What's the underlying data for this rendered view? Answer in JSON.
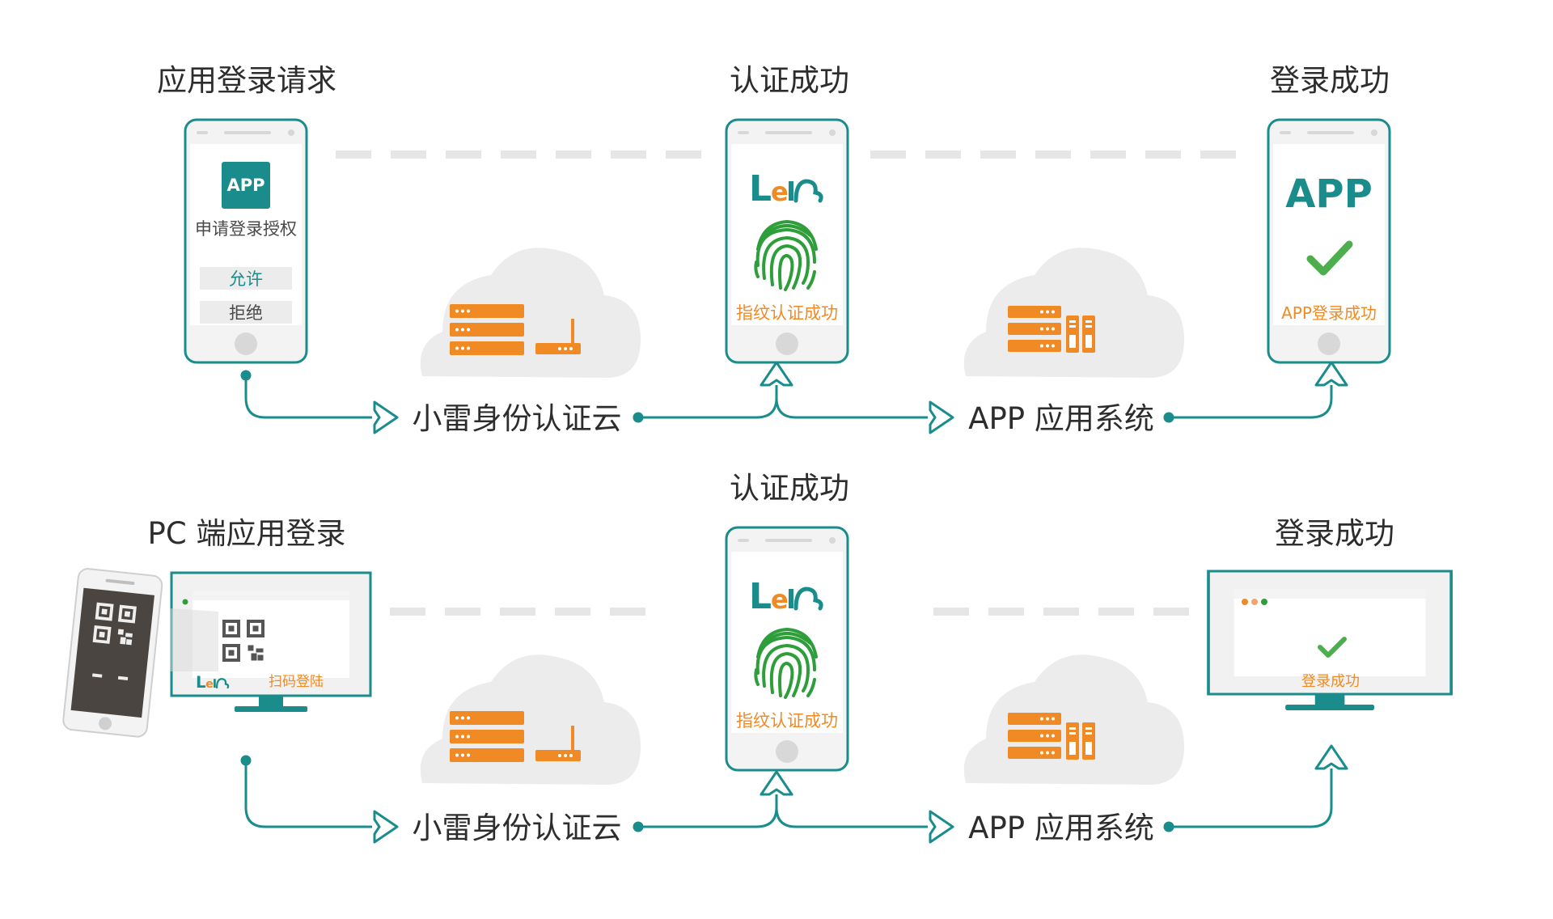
{
  "top_row": {
    "step1_title": "应用登录请求",
    "step2_title": "认证成功",
    "step3_title": "登录成功",
    "phone1": {
      "app_badge": "APP",
      "request_text": "申请登录授权",
      "allow_button": "允许",
      "deny_button": "拒绝"
    },
    "phone2": {
      "brand_logo": "Lei",
      "status_text": "指纹认证成功"
    },
    "phone3": {
      "app_title": "APP",
      "status_text": "APP登录成功"
    },
    "flow_node1": "小雷身份认证云",
    "flow_node2": "APP 应用系统"
  },
  "bottom_row": {
    "step1_title": "PC 端应用登录",
    "step2_title": "认证成功",
    "step3_title": "登录成功",
    "pc_screen": {
      "brand_logo": "Lei",
      "scan_text": "扫码登陆"
    },
    "phone2": {
      "brand_logo": "Lei",
      "status_text": "指纹认证成功"
    },
    "pc_success_text": "登录成功",
    "flow_node1": "小雷身份认证云",
    "flow_node2": "APP 应用系统"
  },
  "colors": {
    "teal": "#1a8c8c",
    "orange": "#f08a24",
    "green": "#2e9e3a",
    "check_green": "#4cae4c",
    "cloud_grey": "#ececec",
    "dash_grey": "#e6e6e6"
  }
}
